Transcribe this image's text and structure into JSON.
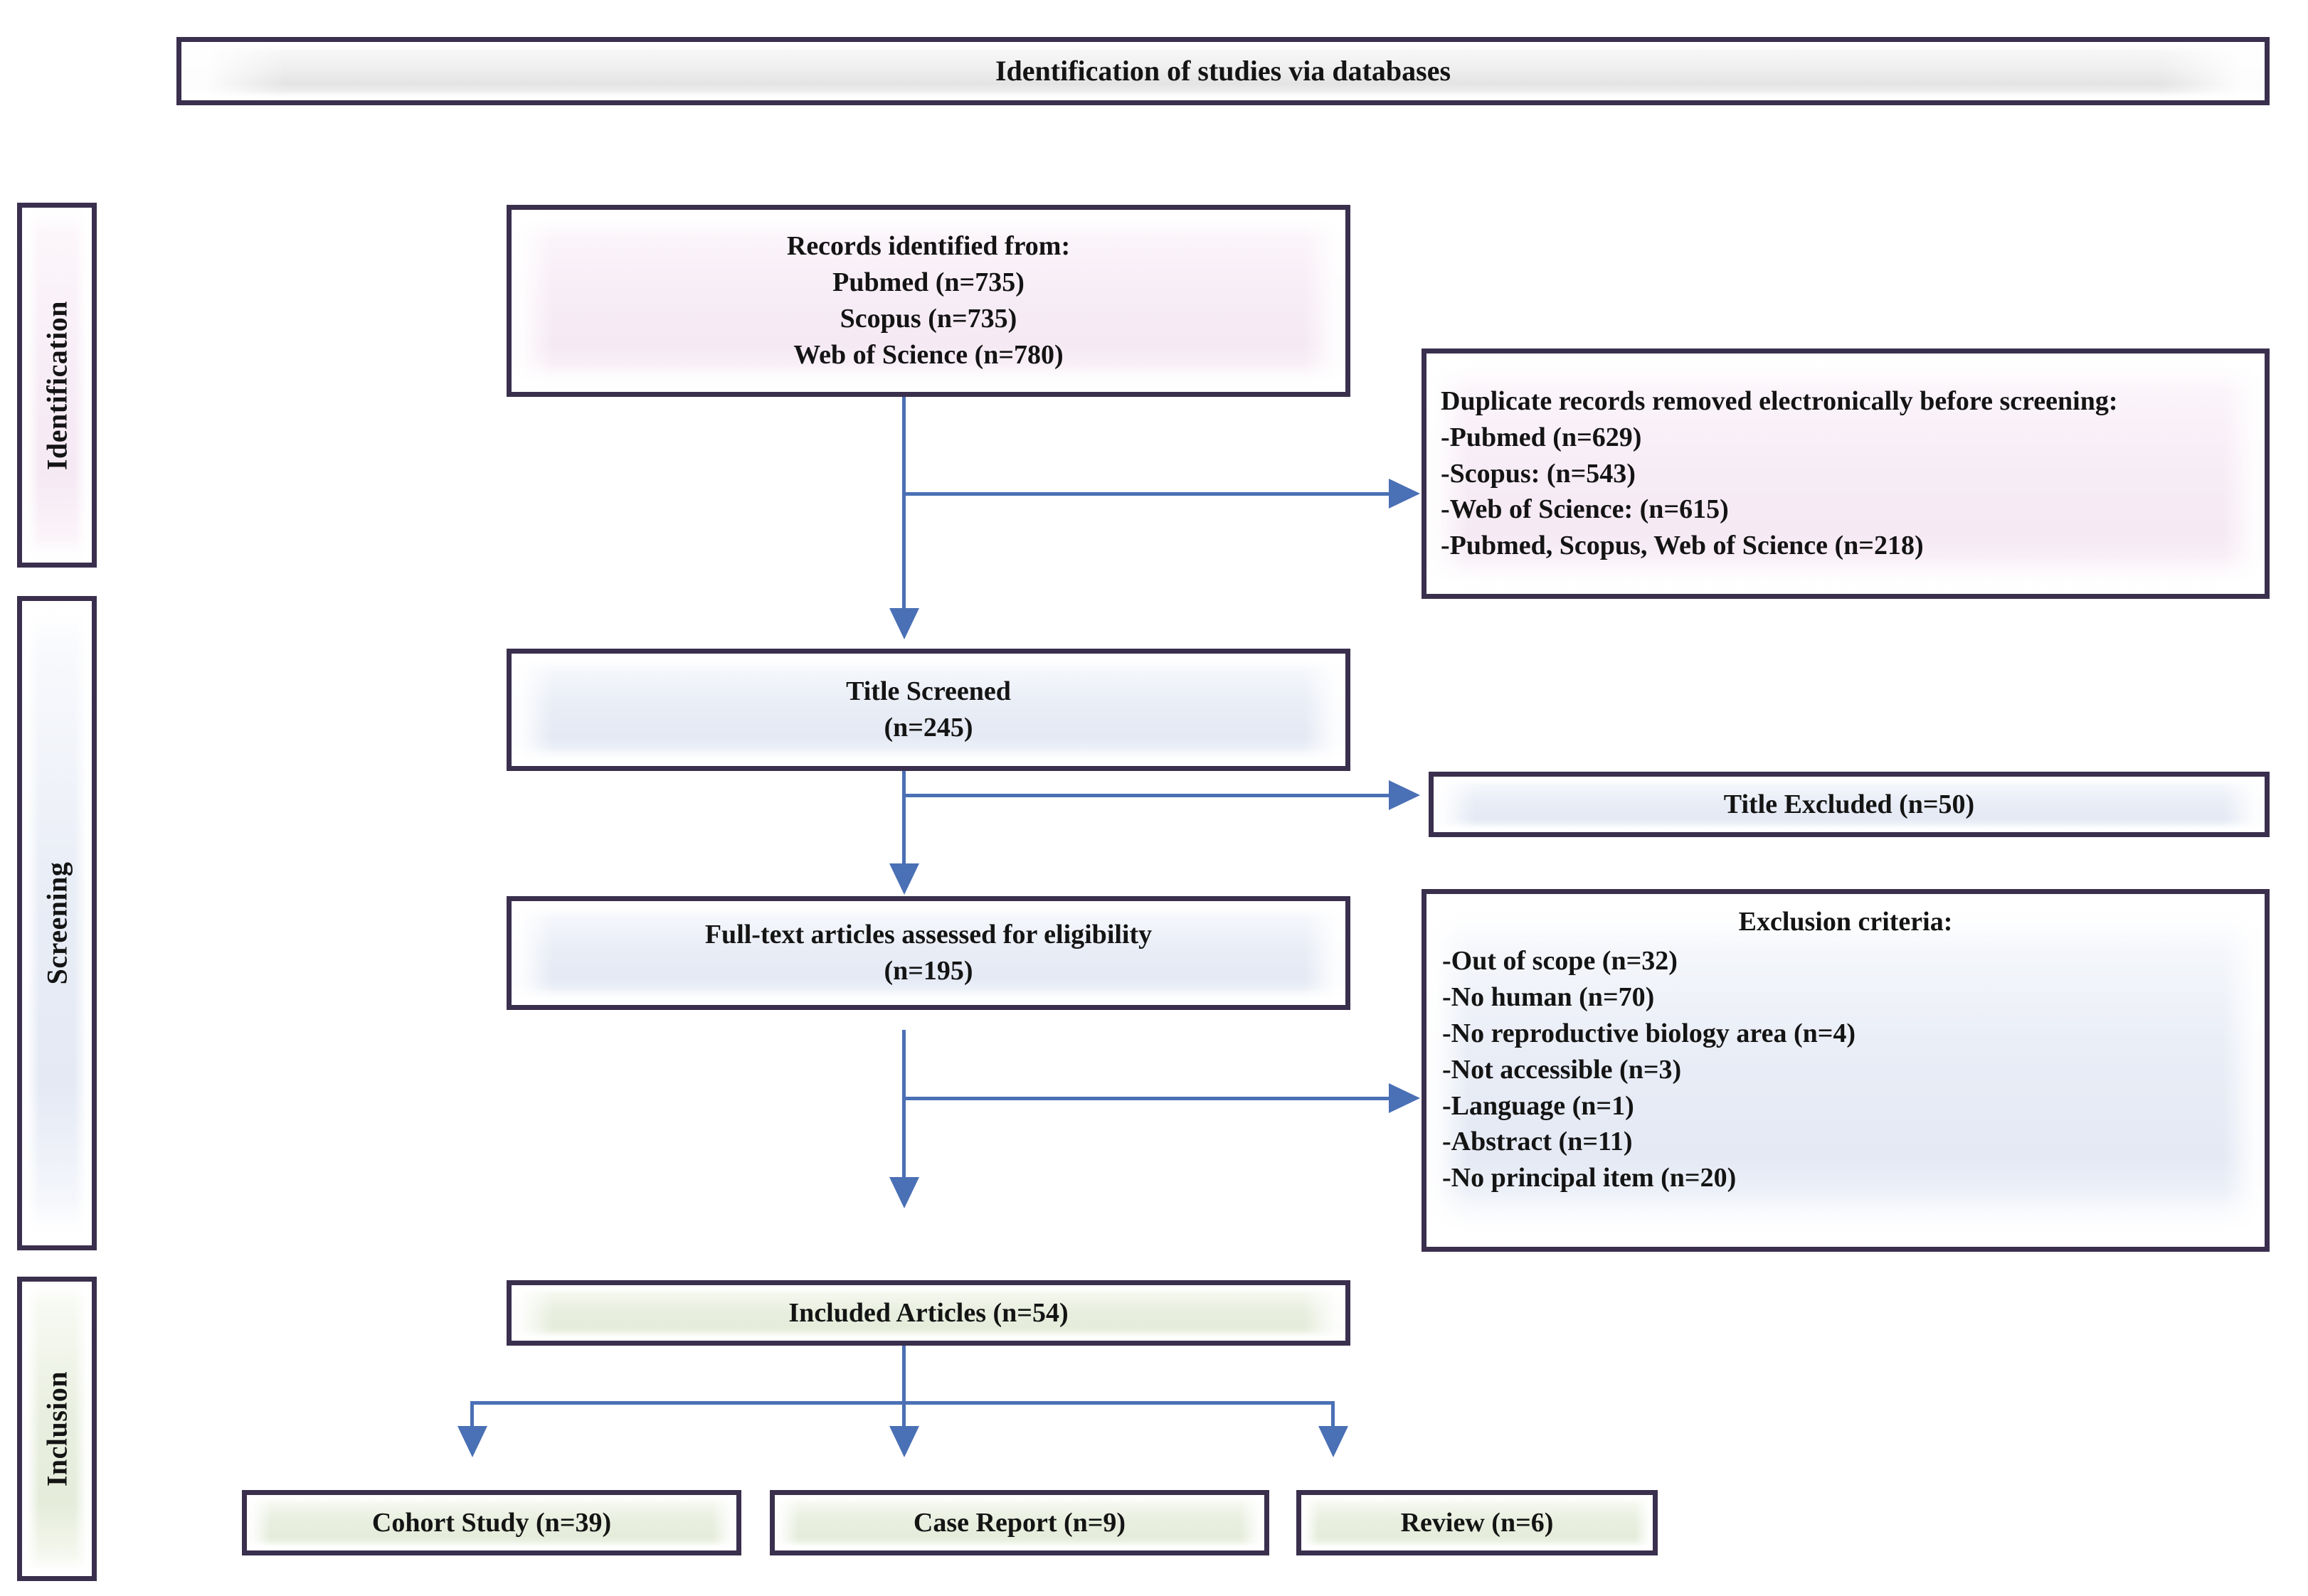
{
  "diagram": {
    "type": "prisma-flow-diagram",
    "header": {
      "title": "Identification of studies via databases"
    },
    "stages": [
      {
        "key": "identification",
        "label": "Identification",
        "color": "#f7edf6"
      },
      {
        "key": "screening",
        "label": "Screening",
        "color": "#e9edf6"
      },
      {
        "key": "inclusion",
        "label": "Inclusion",
        "color": "#e9efe0"
      }
    ],
    "nodes": {
      "records_identified": {
        "title": "Records identified from:",
        "lines": [
          "Records identified from:",
          "Pubmed (n=735)",
          "Scopus (n=735)",
          "Web of Science (n=780)"
        ],
        "text": "Records identified from:\nPubmed (n=735)\nScopus (n=735)\nWeb of Science (n=780)",
        "counts": {
          "pubmed": 735,
          "scopus": 735,
          "web_of_science": 780
        }
      },
      "duplicates_removed": {
        "title": "Duplicate records removed electronically before screening:",
        "lines": [
          "Duplicate records removed electronically before",
          "screening:",
          "-Pubmed (n=629)",
          "-Scopus: (n=543)",
          "-Web of Science: (n=615)",
          "-Pubmed, Scopus, Web of Science (n=218)"
        ],
        "text": "Duplicate records removed electronically before screening:\n-Pubmed (n=629)\n-Scopus: (n=543)\n-Web of Science: (n=615)\n-Pubmed, Scopus, Web of Science (n=218)",
        "counts": {
          "pubmed": 629,
          "scopus": 543,
          "web_of_science": 615,
          "all_three": 218
        }
      },
      "title_screened": {
        "lines": [
          "Title Screened",
          "(n=245)"
        ],
        "text": "Title Screened\n(n=245)",
        "count": 245
      },
      "title_excluded": {
        "lines": [
          "Title Excluded (n=50)"
        ],
        "text": "Title Excluded (n=50)",
        "count": 50
      },
      "fulltext_assessed": {
        "lines": [
          "Full-text articles assessed for eligibility",
          "(n=195)"
        ],
        "text": "Full-text articles assessed for eligibility\n(n=195)",
        "count": 195
      },
      "exclusion_criteria": {
        "title": "Exclusion criteria:",
        "items": [
          {
            "label": "-Out of scope (n=32)",
            "name": "Out of scope",
            "n": 32
          },
          {
            "label": "-No human (n=70)",
            "name": "No human",
            "n": 70
          },
          {
            "label": "-No reproductive biology area (n=4)",
            "name": "No reproductive biology area",
            "n": 4
          },
          {
            "label": "-Not accessible (n=3)",
            "name": "Not accessible",
            "n": 3
          },
          {
            "label": "-Language (n=1)",
            "name": "Language",
            "n": 1
          },
          {
            "label": "-Abstract (n=11)",
            "name": "Abstract",
            "n": 11
          },
          {
            "label": "-No principal item (n=20)",
            "name": "No principal item",
            "n": 20
          }
        ],
        "body_text": "-Out of scope (n=32)\n-No human (n=70)\n-No reproductive biology area (n=4)\n-Not accessible (n=3)\n-Language (n=1)\n-Abstract (n=11)\n-No principal item (n=20)"
      },
      "included_articles": {
        "lines": [
          "Included Articles (n=54)"
        ],
        "text": "Included Articles (n=54)",
        "count": 54
      },
      "cohort_study": {
        "text": "Cohort Study (n=39)",
        "count": 39
      },
      "case_report": {
        "text": "Case Report (n=9)",
        "count": 9
      },
      "review": {
        "text": "Review (n=6)",
        "count": 6
      }
    },
    "colors": {
      "border": "#3a2f4d",
      "arrow": "#4a70b5",
      "pink": "#f7edf6",
      "blue": "#e9edf6",
      "green": "#e9efe0",
      "gray": "#efefef"
    }
  }
}
